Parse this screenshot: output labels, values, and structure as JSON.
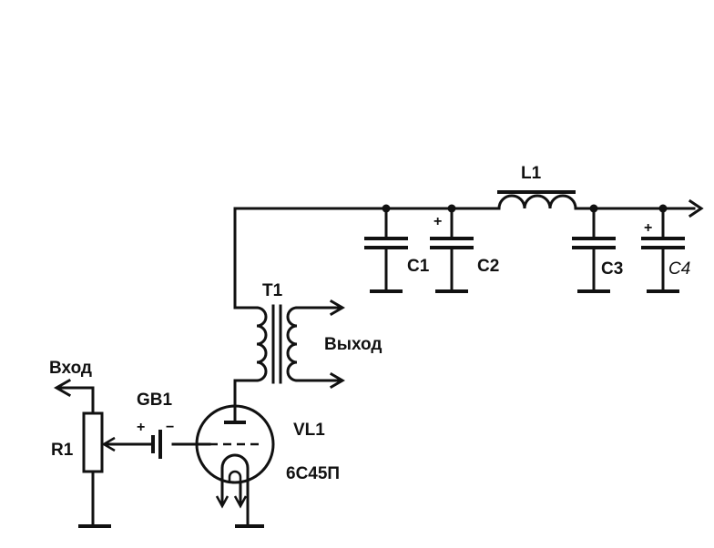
{
  "labels": {
    "input": "Вход",
    "output": "Выход",
    "r1": "R1",
    "gb1": "GB1",
    "vl1": "VL1",
    "tube_type": "6С45П",
    "t1": "T1",
    "l1": "L1",
    "c1": "C1",
    "c2": "C2",
    "c3": "C3",
    "c4": "C4",
    "plus": "+",
    "minus": "−"
  }
}
